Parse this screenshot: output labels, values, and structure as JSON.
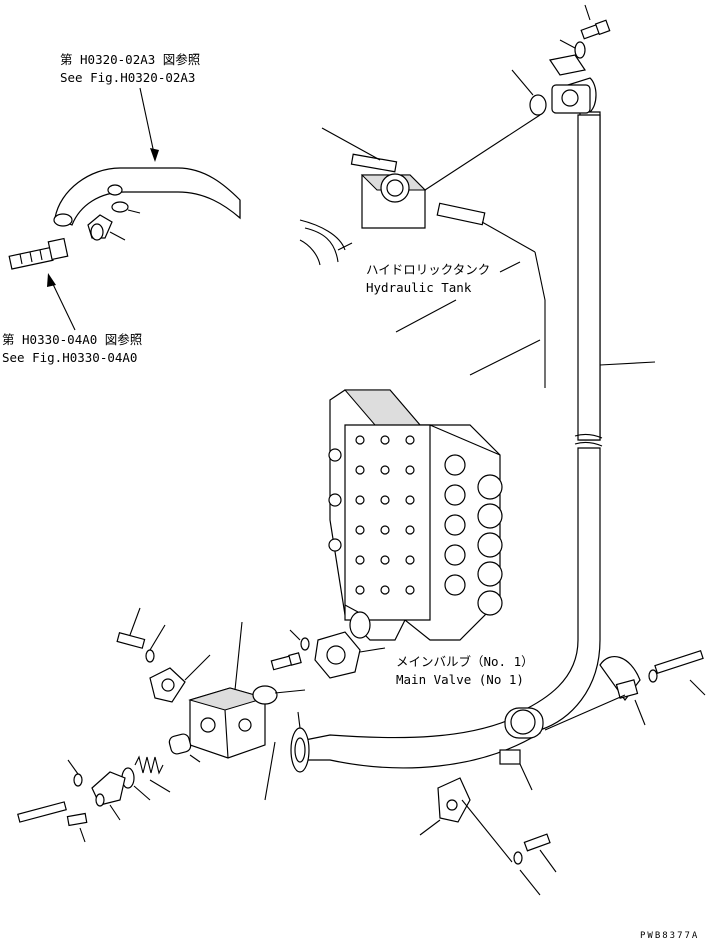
{
  "references": {
    "top_jp": "第 H0320-02A3 図参照",
    "top_en": "See Fig.H0320-02A3",
    "left_jp": "第 H0330-04A0 図参照",
    "left_en": "See Fig.H0330-04A0"
  },
  "components": {
    "tank_jp": "ハイドロリックタンク",
    "tank_en": "Hydraulic Tank",
    "valve_jp": "メインバルブ（No. 1）",
    "valve_en": "Main Valve (No 1)"
  },
  "drawing_code": "PWB8377A"
}
